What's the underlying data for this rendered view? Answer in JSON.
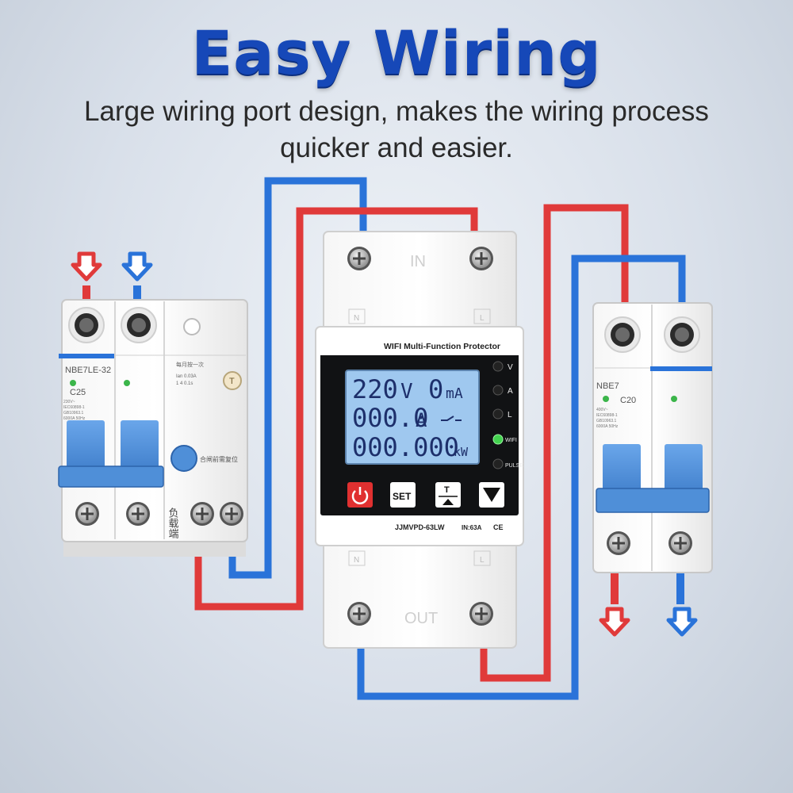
{
  "header": {
    "title": "Easy Wiring",
    "subtitle_line1": "Large wiring port design, makes the wiring process",
    "subtitle_line2": "quicker and easier."
  },
  "left_breaker": {
    "model": "NBE7LE-32",
    "rating": "C25",
    "spec_line1": "230V~",
    "spec_line2": "IEC60898-1",
    "spec_line3": "GB10963.1",
    "spec_line4": "6000A 50Hz",
    "rcd_line1": "每月按一次",
    "rcd_line2": "Ian 0.03A",
    "rcd_line3": "1 4 0.1s",
    "test_button": "T",
    "side_text": "合闸前需复位",
    "load_label": "负载端"
  },
  "protector": {
    "top_label": "IN",
    "bottom_label": "OUT",
    "terminal_n_top": "N",
    "terminal_l_top": "L",
    "terminal_n_bottom": "N",
    "terminal_l_bottom": "L",
    "title": "WIFI Multi-Function Protector",
    "lcd_voltage": "220",
    "lcd_voltage_unit": "V",
    "lcd_leak": "0",
    "lcd_leak_unit": "mA",
    "lcd_current": "000.0",
    "lcd_current_unit": "A",
    "lcd_energy": "000.000",
    "lcd_energy_unit": "kW",
    "indicators": [
      "V",
      "A",
      "L",
      "WIFI",
      "PULSE"
    ],
    "btn_set": "SET",
    "btn_timer": "T",
    "model": "JJMVPD-63LW",
    "rating": "IN:63A",
    "mark": "CE"
  },
  "right_breaker": {
    "model": "NBE7",
    "rating": "C20",
    "spec_line1": "400V~",
    "spec_line2": "IEC60898-1",
    "spec_line3": "GB10963.1",
    "spec_line4": "6000A 50Hz"
  },
  "colors": {
    "live_wire": "#e03a3a",
    "neutral_wire": "#2a73d9",
    "title_blue": "#1648b8",
    "lcd_bg": "#9fc8ef",
    "lever_blue": "#4f8fd8"
  },
  "icons": [
    "arrow-down-red-icon",
    "arrow-down-blue-icon",
    "power-icon",
    "timer-icon",
    "down-triangle-icon",
    "screw-icon",
    "wifi-led-icon"
  ]
}
